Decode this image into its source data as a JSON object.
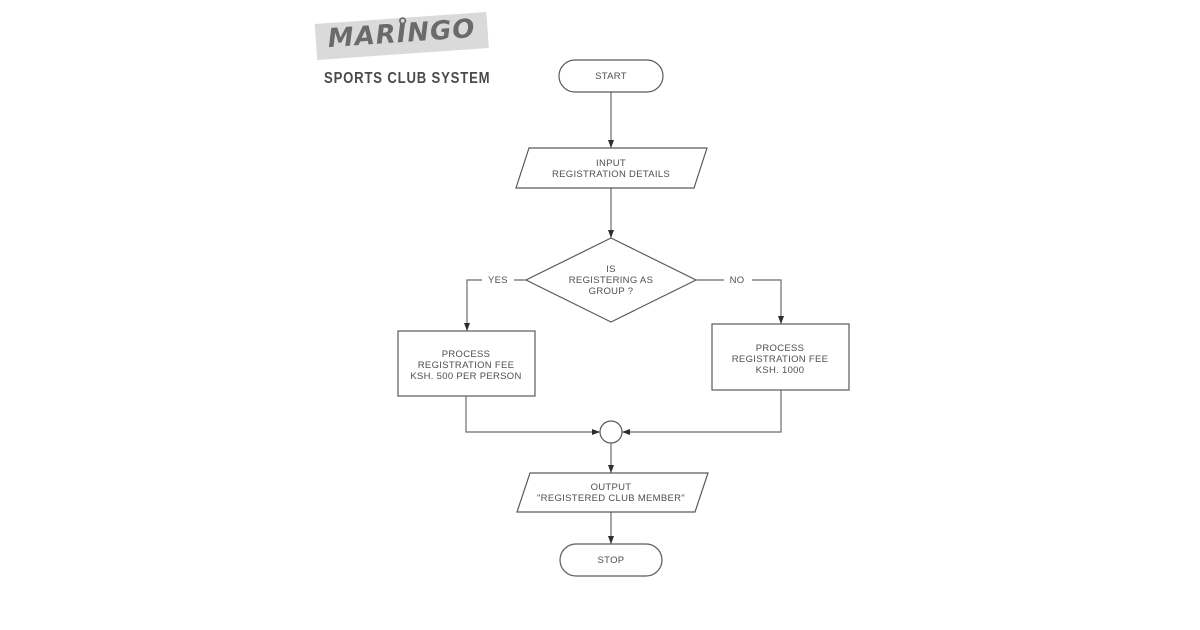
{
  "brand": {
    "name": "MARI̊NGO",
    "tagline": "SPORTS CLUB SYSTEM"
  },
  "colors": {
    "background": "#ffffff",
    "line": "#6b6b6b",
    "shape_stroke": "#5a5a5a",
    "text": "#4f4f4f",
    "arrowhead": "#2e2e2e",
    "brand_badge_bg": "#dadada",
    "brand_text": "#6a6a6a",
    "tagline_text": "#4a4a4a"
  },
  "flowchart": {
    "nodes": {
      "start": {
        "shape": "terminator",
        "label": "START"
      },
      "input": {
        "shape": "parallelogram",
        "lines": [
          "INPUT",
          "REGISTRATION DETAILS"
        ]
      },
      "decision": {
        "shape": "diamond",
        "lines": [
          "IS",
          "REGISTERING AS",
          "GROUP ?"
        ]
      },
      "fee_group": {
        "shape": "process",
        "lines": [
          "PROCESS",
          "REGISTRATION FEE",
          "KSH. 500 PER PERSON"
        ]
      },
      "fee_individual": {
        "shape": "process",
        "lines": [
          "PROCESS",
          "REGISTRATION FEE",
          "KSH. 1000"
        ]
      },
      "merge": {
        "shape": "connector"
      },
      "output": {
        "shape": "parallelogram",
        "lines": [
          "OUTPUT",
          "\"REGISTERED CLUB MEMBER\""
        ]
      },
      "stop": {
        "shape": "terminator",
        "label": "STOP"
      }
    },
    "edge_labels": {
      "yes": "YES",
      "no": "NO"
    }
  }
}
